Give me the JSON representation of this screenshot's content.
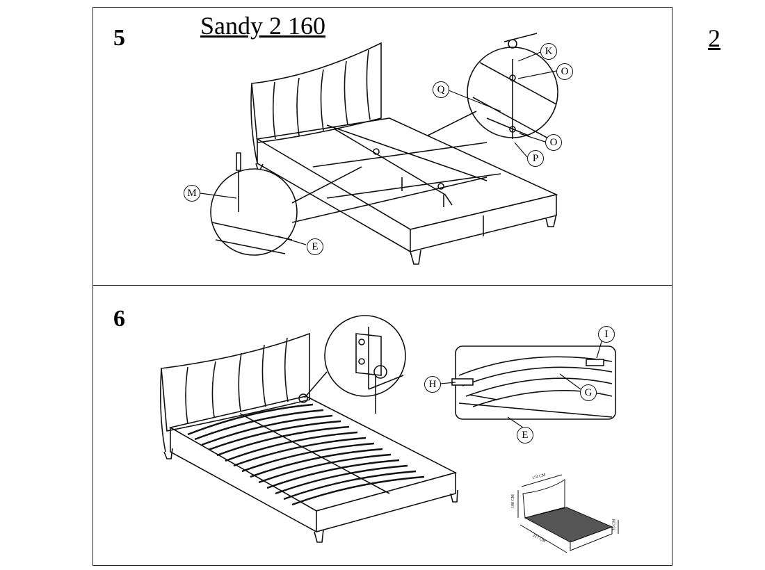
{
  "document": {
    "title": "Sandy 2 160",
    "page_number": "2",
    "steps": [
      {
        "number": "5",
        "callouts": [
          "K",
          "O",
          "Q",
          "O",
          "P",
          "M",
          "E"
        ]
      },
      {
        "number": "6",
        "callouts": [
          "I",
          "H",
          "G",
          "E"
        ]
      }
    ],
    "dimensions": {
      "width": "174 CM",
      "height": "100 CM",
      "length": "217 CM",
      "frame_height": "35 CM"
    }
  }
}
